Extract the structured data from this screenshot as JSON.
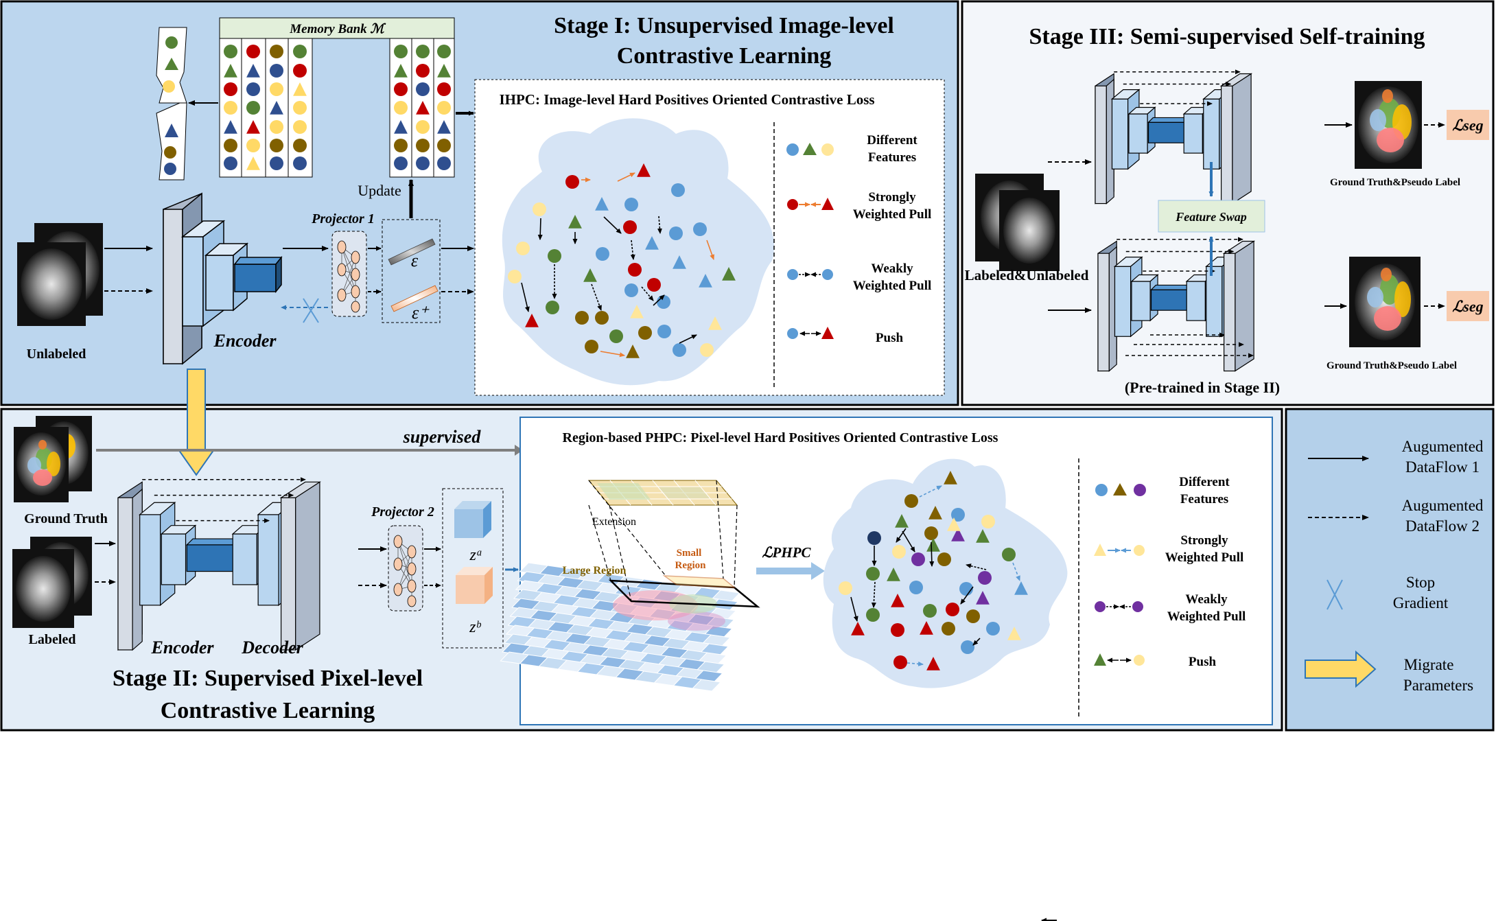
{
  "stage1": {
    "title_line1": "Stage I: Unsupervised Image-level",
    "title_line2": "Contrastive Learning",
    "memory_bank": "Memory Bank ℳ",
    "update": "Update",
    "projector": "Projector 1",
    "encoder": "Encoder",
    "unlabeled": "Unlabeled",
    "eps": "ε",
    "eps_plus": "ε⁺",
    "loss_title": "IHPC: Image-level Hard Positives Oriented Contrastive Loss",
    "legend": [
      {
        "line1": "Different",
        "line2": "Features"
      },
      {
        "line1": "Strongly",
        "line2": "Weighted Pull"
      },
      {
        "line1": "Weakly",
        "line2": "Weighted Pull"
      },
      {
        "line1": "Push",
        "line2": ""
      }
    ]
  },
  "stage2": {
    "title_line1": "Stage II: Supervised Pixel-level",
    "title_line2": "Contrastive Learning",
    "supervised": "supervised",
    "ground_truth": "Ground Truth",
    "labeled": "Labeled",
    "projector": "Projector 2",
    "encoder": "Encoder",
    "decoder": "Decoder",
    "za": "zᵃ",
    "zb": "zᵇ",
    "loss_title": "Region-based PHPC: Pixel-level Hard Positives Oriented Contrastive Loss",
    "extension": "Extension",
    "large_region": "Large Region",
    "small_region_1": "Small",
    "small_region_2": "Region",
    "loss_symbol": "ℒPHPC",
    "legend": [
      {
        "line1": "Different",
        "line2": "Features"
      },
      {
        "line1": "Strongly",
        "line2": "Weighted Pull"
      },
      {
        "line1": "Weakly",
        "line2": "Weighted Pull"
      },
      {
        "line1": "Push",
        "line2": ""
      }
    ]
  },
  "stage3": {
    "title": "Stage III: Semi-supervised Self-training",
    "feature_swap": "Feature Swap",
    "labeled_unlabeled": "Labeled&Unlabeled",
    "gt_pseudo_1": "Ground Truth&Pseudo Label",
    "gt_pseudo_2": "Ground Truth&Pseudo Label",
    "pretrained": "(Pre-trained in Stage II)",
    "lseg": "ℒseg"
  },
  "key": {
    "aug1_line1": "Augumented",
    "aug1_line2": "DataFlow 1",
    "aug2_line1": "Augumented",
    "aug2_line2": "DataFlow  2",
    "stop_line1": "Stop",
    "stop_line2": "Gradient",
    "migrate_line1": "Migrate",
    "migrate_line2": "Parameters"
  },
  "colors": {
    "stage1_bg": "#bcd6ee",
    "stage2_bg": "#e3edf7",
    "stage3_bg": "#f3f6fa",
    "key_bg": "#b4d0ea",
    "block": "#b9d6f0",
    "bottleneck": "#2e74b5",
    "red": "#c00000",
    "green": "#548235",
    "blue": "#5b9bd5",
    "yellow": "#ffe699",
    "navy": "#2f4f8f",
    "olive": "#806000",
    "purple": "#7030a0",
    "orange": "#ed7d31",
    "gold": "#ffd966"
  }
}
